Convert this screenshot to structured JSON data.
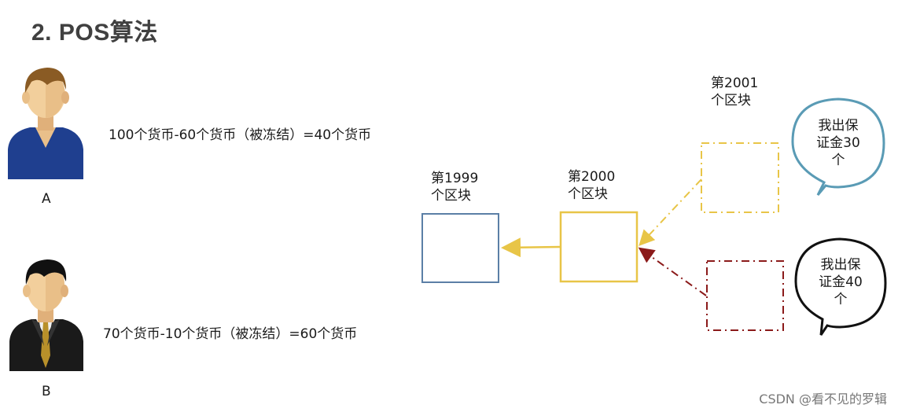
{
  "title": "2. POS算法",
  "person_a": {
    "label": "A",
    "balance_text": "100个货币-60个货币（被冻结）=40个货币"
  },
  "person_b": {
    "label": "B",
    "balance_text": "70个货币-10个货币（被冻结）=60个货币"
  },
  "blocks": {
    "b1999": {
      "line1": "第1999",
      "line2": "个区块"
    },
    "b2000": {
      "line1": "第2000",
      "line2": "个区块"
    },
    "b2001": {
      "line1": "第2001",
      "line2": "个区块"
    }
  },
  "bubbles": {
    "a": {
      "line1": "我出保",
      "line2": "证金30",
      "line3": "个"
    },
    "b": {
      "line1": "我出保",
      "line2": "证金40",
      "line3": "个"
    }
  },
  "colors": {
    "block_1999": "#5b7fa6",
    "block_2000": "#e8c547",
    "candidate_a": "#e8c547",
    "candidate_b": "#8b1a1a",
    "bubble_a_border": "#5a9bb5",
    "bubble_b_border": "#111111"
  },
  "icons": {
    "person_a": "man-blue-sweater-icon",
    "person_b": "man-black-suit-icon"
  },
  "watermark": "CSDN @看不见的罗辑"
}
